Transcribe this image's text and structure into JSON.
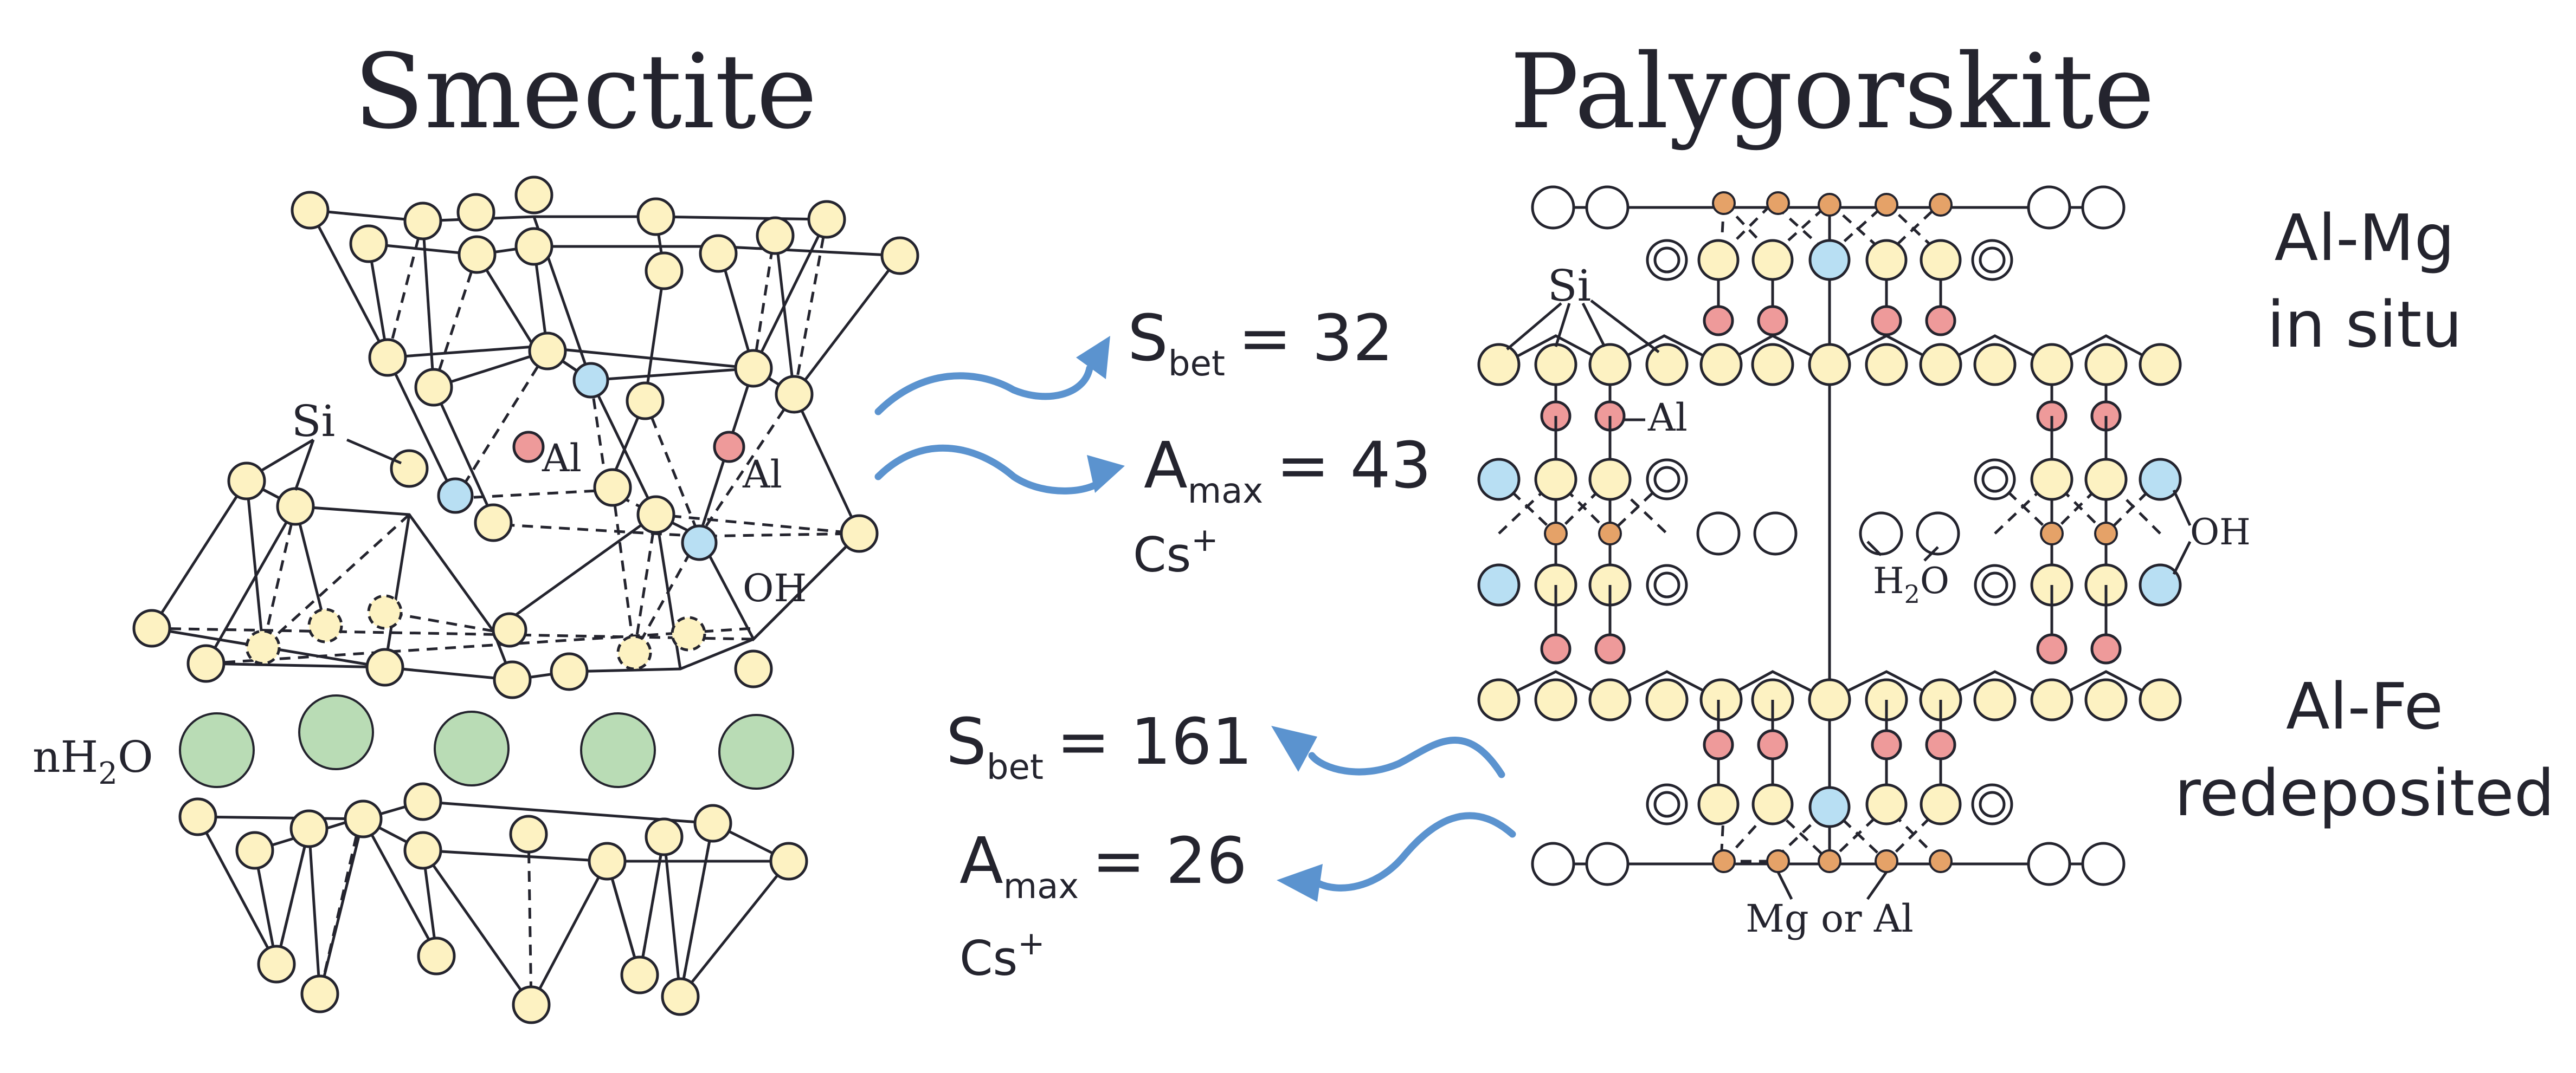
{
  "titles": {
    "left": "Smectite",
    "right": "Palygorskite"
  },
  "smectite_labels": {
    "si": "Si",
    "al_1": "Al",
    "al_2": "Al",
    "oh": "OH",
    "water_n": "nH",
    "water_sub": "2",
    "water_o": "O"
  },
  "palygorskite_labels": {
    "si": "Si",
    "al": "Al",
    "oh": "OH",
    "h2o_h": "H",
    "h2o_sub": "2",
    "h2o_o": "O",
    "mg_or_al": "Mg or Al"
  },
  "side_labels": {
    "top_line1": "Al-Mg",
    "top_line2": "in situ",
    "bottom_line1": "Al-Fe",
    "bottom_line2": "redeposited"
  },
  "metrics_top": {
    "sbet_symbol": "S",
    "sbet_sub": "bet",
    "sbet_value": "= 32",
    "amax_symbol": "A",
    "amax_sub": "max",
    "amax_value": "= 43",
    "ion": "Cs",
    "ion_charge": "+"
  },
  "metrics_bottom": {
    "sbet_symbol": "S",
    "sbet_sub": "bet",
    "sbet_value": "= 161",
    "amax_symbol": "A",
    "amax_sub": "max",
    "amax_value": "= 26",
    "ion": "Cs",
    "ion_charge": "+"
  },
  "colors": {
    "si_atom": "#fdf2c2",
    "al_atom": "#ee9a9a",
    "oh_group": "#b8dff3",
    "mg_or_al_atom": "#e5a268",
    "interlayer_water": "#b9dcb5",
    "arrow": "#5b93cf",
    "text": "#24242e"
  }
}
